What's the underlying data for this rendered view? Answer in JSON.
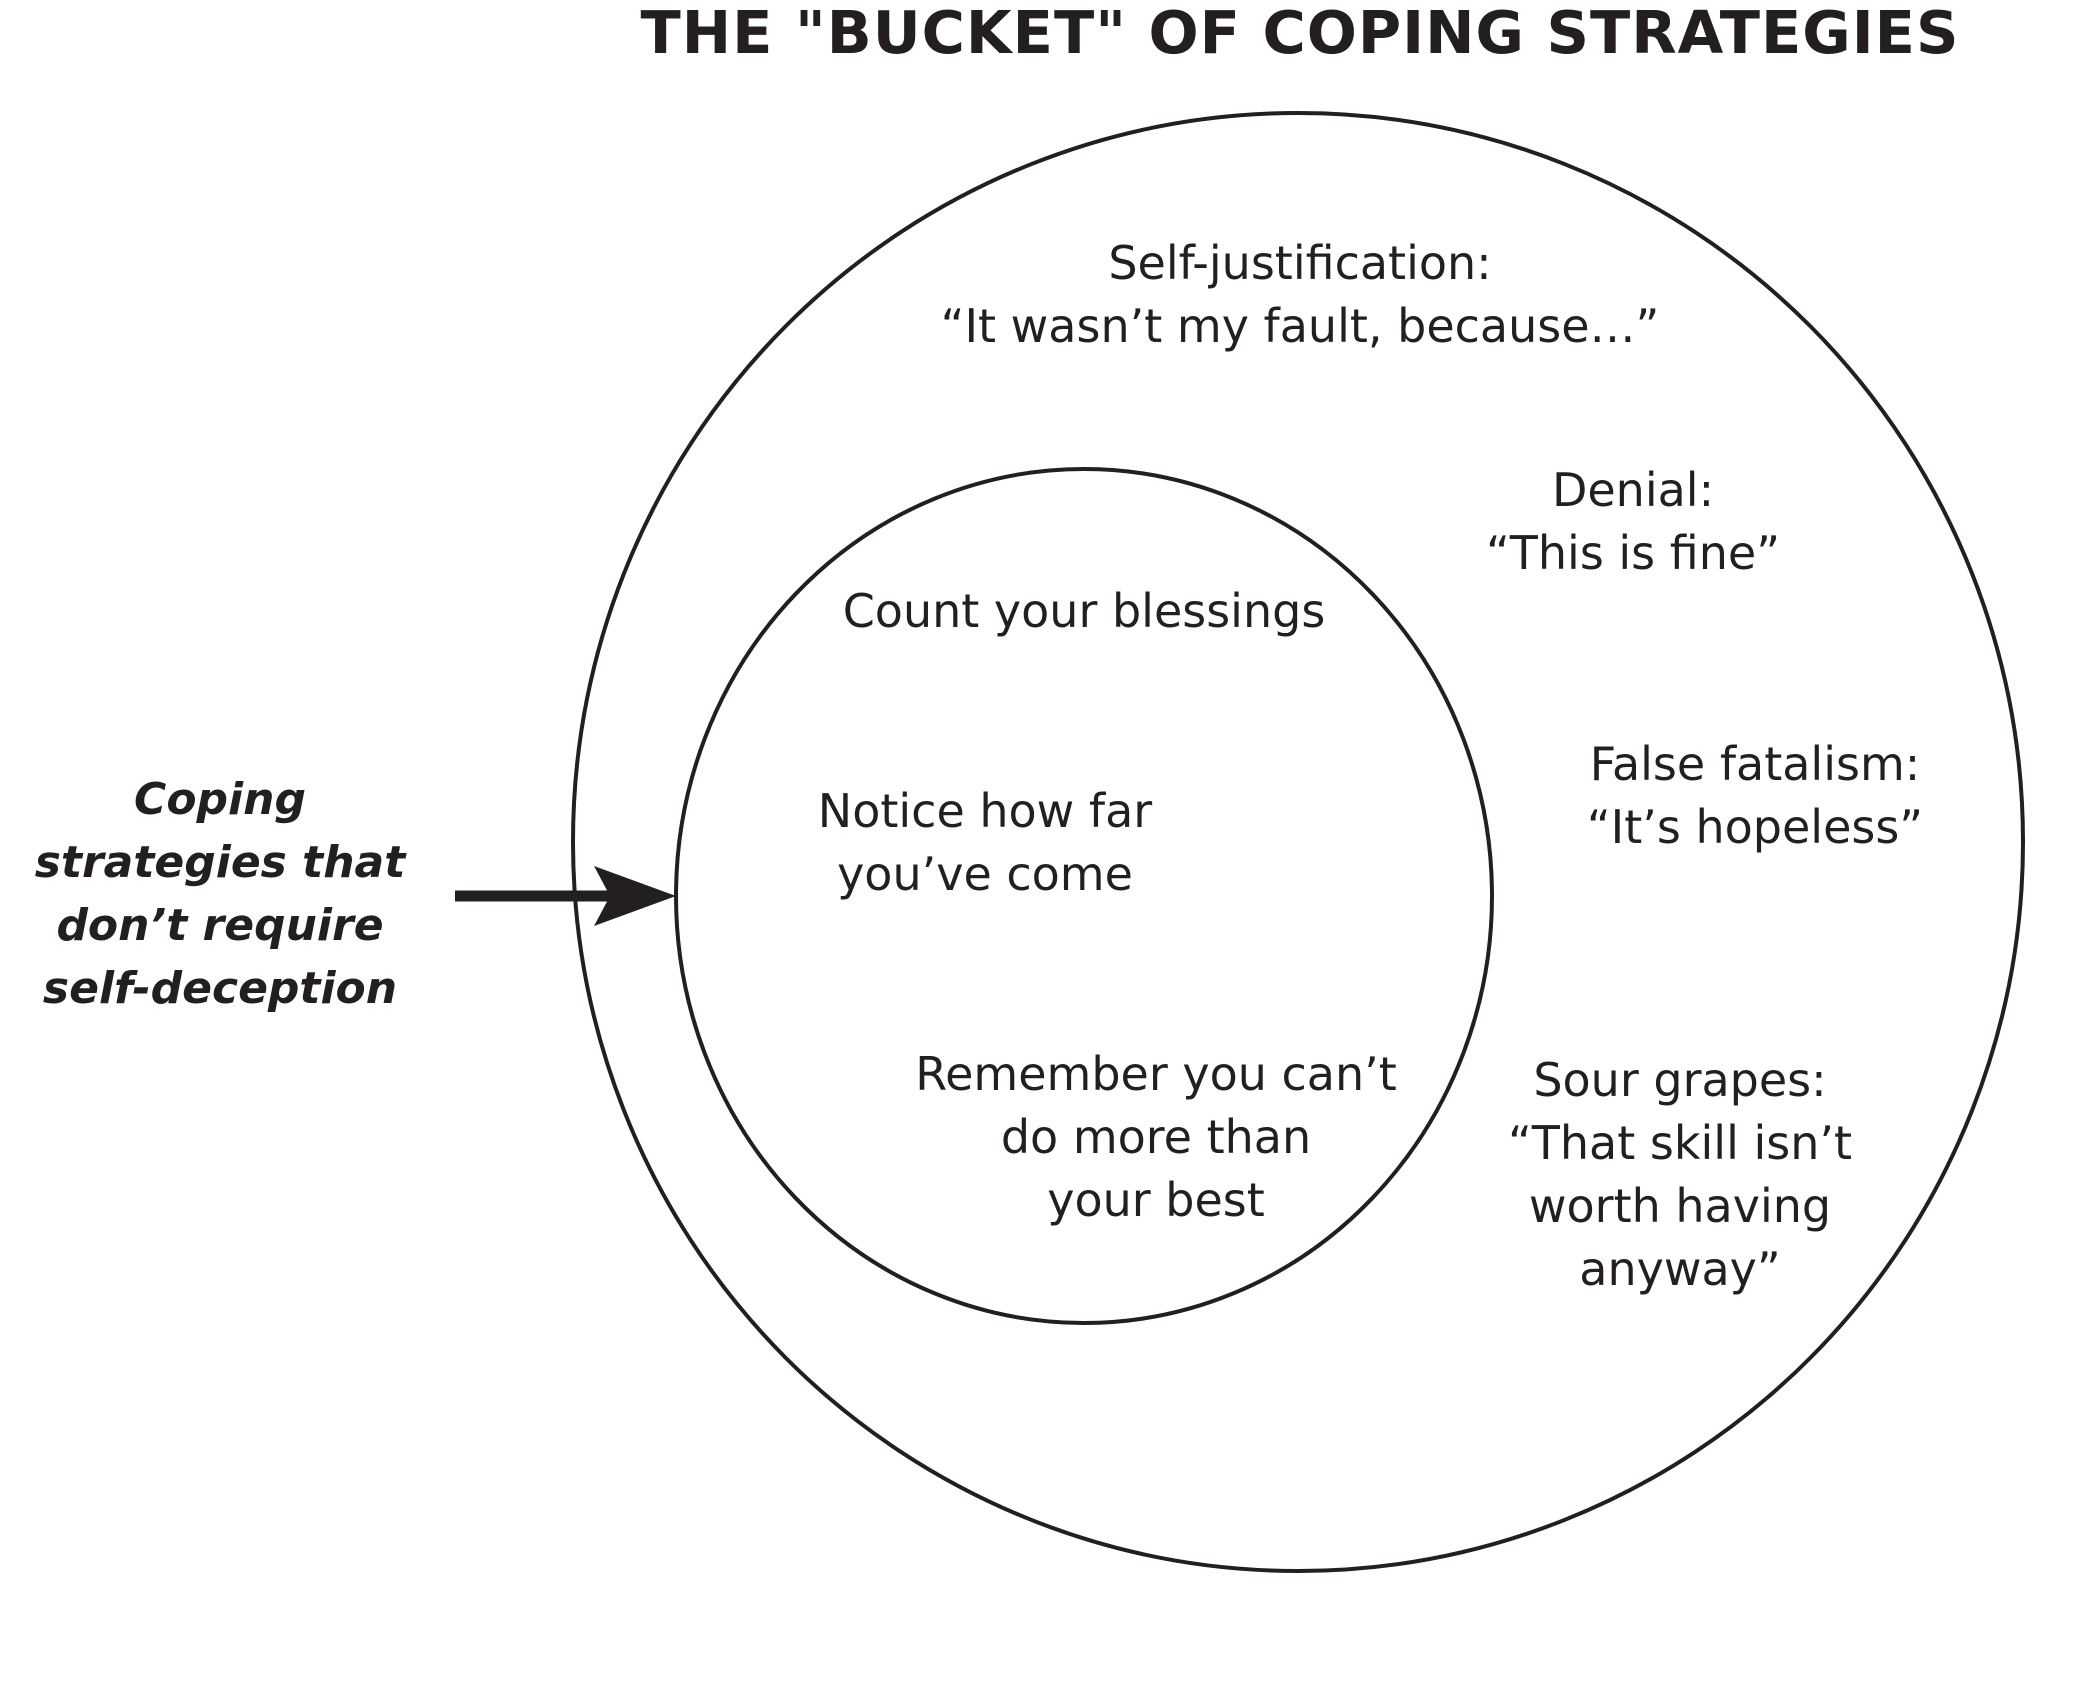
{
  "title": "THE \"BUCKET\" OF COPING STRATEGIES",
  "side_note": {
    "lines": [
      "Coping",
      "strategies that",
      "don’t require",
      "self-deception"
    ]
  },
  "inner_circle": {
    "items": [
      {
        "lines": [
          "Count your blessings"
        ]
      },
      {
        "lines": [
          "Notice how far",
          "you’ve come"
        ]
      },
      {
        "lines": [
          "Remember you can’t",
          "do more than",
          "your best"
        ]
      }
    ]
  },
  "outer_circle": {
    "items": [
      {
        "lines": [
          "Self-justification:",
          "“It wasn’t my fault, because…”"
        ]
      },
      {
        "lines": [
          "Denial:",
          "“This is fine”"
        ]
      },
      {
        "lines": [
          "False fatalism:",
          "“It’s hopeless”"
        ]
      },
      {
        "lines": [
          "Sour grapes:",
          "“That skill isn’t",
          "worth having",
          "anyway”"
        ]
      }
    ]
  },
  "colors": {
    "ink": "#231f20",
    "background": "#ffffff"
  }
}
